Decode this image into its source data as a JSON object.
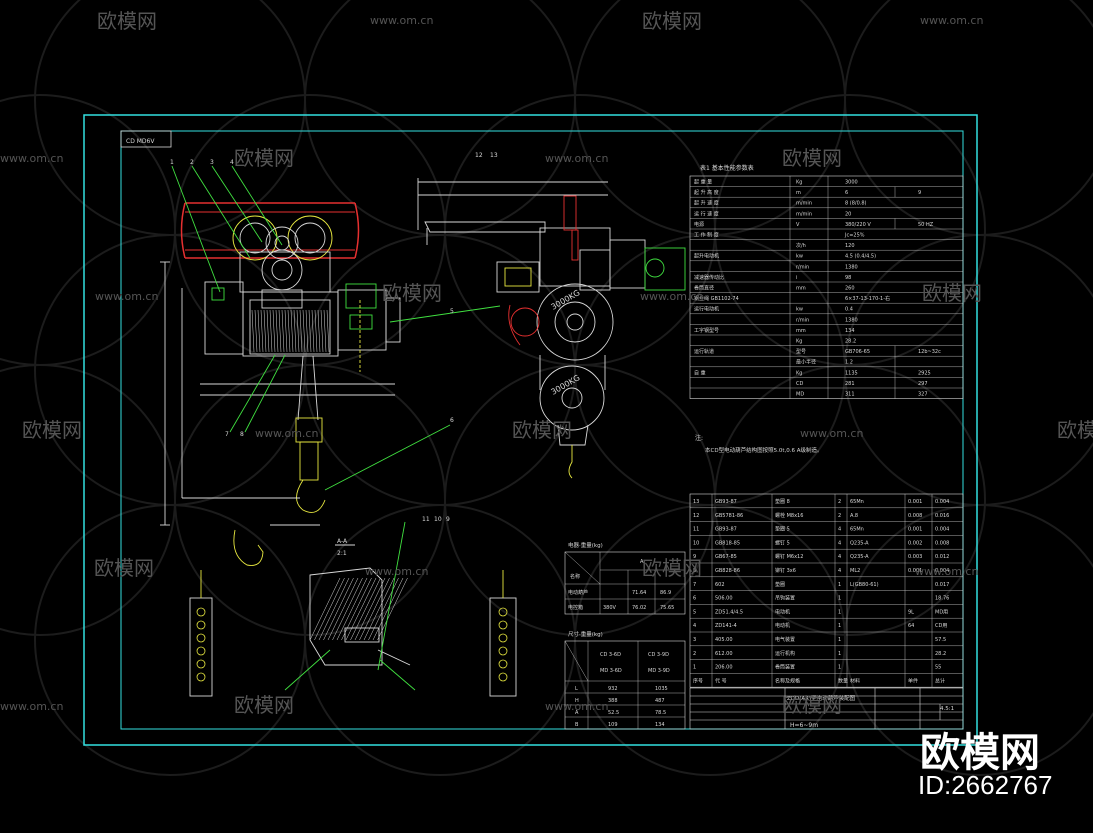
{
  "watermark": {
    "brand": "欧模网",
    "url": "www.om.cn",
    "id_label": "ID:2662767"
  },
  "drawing": {
    "title_block_label": "CD MD6V",
    "load_label": "3000KG",
    "section_label": "A-A",
    "section_scale": "2:1",
    "note_marker": "注:",
    "note_text": "本CD型电动葫芦结构图按照5.0t,0.6 A级制造。",
    "part_numbers": [
      "1",
      "2",
      "3",
      "4",
      "5",
      "6",
      "7",
      "8",
      "9",
      "10",
      "11",
      "12",
      "13"
    ],
    "drawing_no": "ZDD(AR)型电动葫芦装配图",
    "scale_note": "H=6~9m",
    "sheet": "4.5:1"
  },
  "spec_table": {
    "title": "表1 基本性能参数表",
    "rows": [
      [
        "起 重 量",
        "Kg",
        "3000",
        ""
      ],
      [
        "起 升 高 度",
        "m",
        "6",
        "9"
      ],
      [
        "起 升 速 度",
        "m/min",
        "8 (8/0.8)",
        ""
      ],
      [
        "运 行 速 度",
        "m/min",
        "20",
        ""
      ],
      [
        "电源",
        "V",
        "380/220 V",
        "50 HZ"
      ],
      [
        "工 作 制 度",
        "",
        "Jc=25%",
        ""
      ],
      [
        "",
        "次/h",
        "120",
        ""
      ],
      [
        "起升电动机",
        "kw",
        "4.5 (0.4/4.5)",
        ""
      ],
      [
        "",
        "r/min",
        "1380",
        ""
      ],
      [
        "减速器传动比",
        "i",
        "98",
        ""
      ],
      [
        "卷筒直径",
        "mm",
        "260",
        ""
      ],
      [
        "钢丝绳 GB1102-74",
        "",
        "6×37-13-170-1-右",
        ""
      ],
      [
        "运行电动机",
        "kw",
        "0.4",
        ""
      ],
      [
        "",
        "r/min",
        "1380",
        ""
      ],
      [
        "工字钢型号",
        "mm",
        "134",
        ""
      ],
      [
        "",
        "Kg",
        "28.2",
        ""
      ],
      [
        "运行轨道",
        "型号",
        "GB706-65",
        "12b~32c"
      ],
      [
        "",
        "最小半径",
        "1.2",
        ""
      ],
      [
        "自 重",
        "Kg",
        "1135",
        "2925"
      ],
      [
        "",
        "CD",
        "281",
        "297"
      ],
      [
        "",
        "MD",
        "311",
        "327"
      ]
    ]
  },
  "parts_table": {
    "rows": [
      [
        "13",
        "GB93-87",
        "垫圈 8",
        "2",
        "65Mn",
        "0.001",
        "0.004"
      ],
      [
        "12",
        "GB5781-86",
        "螺栓 M8x16",
        "2",
        "A.8",
        "0.008",
        "0.016"
      ],
      [
        "11",
        "GB93-87",
        "垫圈 5",
        "4",
        "65Mn",
        "0.001",
        "0.004"
      ],
      [
        "10",
        "GB818-85",
        "螺钉 5",
        "4",
        "Q235-A",
        "0.002",
        "0.008"
      ],
      [
        "9",
        "GB67-85",
        "螺钉 M6x12",
        "4",
        "Q235-A",
        "0.003",
        "0.012"
      ],
      [
        "8",
        "GB828-86",
        "铆钉 3x6",
        "4",
        "ML2",
        "0.001",
        "0.004"
      ],
      [
        "7",
        "602",
        "垫圈",
        "1",
        "L(GB80-61)",
        "",
        "0.017"
      ],
      [
        "6",
        "506.00",
        "吊钩装置",
        "1",
        "",
        "",
        "18.76"
      ],
      [
        "5",
        "ZD51.4/4.5",
        "电动机",
        "1",
        "",
        "9L",
        "MD用"
      ],
      [
        "4",
        "ZD141-4",
        "电动机",
        "1",
        "",
        "64",
        "CD用"
      ],
      [
        "3",
        "405.00",
        "电气装置",
        "1",
        "",
        "",
        "57.5"
      ],
      [
        "2",
        "612.00",
        "运行机构",
        "1",
        "",
        "",
        "28.2"
      ],
      [
        "1",
        "206.00",
        "卷筒装置",
        "1",
        "",
        "",
        "55"
      ],
      [
        "序号",
        "代 号",
        "名称及规格",
        "数量",
        "材料",
        "单件",
        "总计"
      ]
    ]
  },
  "weight_table": {
    "title": "电器·重量(kg)",
    "head": [
      "名称",
      "A"
    ],
    "rows": [
      [
        "电动葫芦",
        "71.64",
        "86.9"
      ],
      [
        "电控箱",
        "76.02",
        "75.65"
      ]
    ],
    "voltage": "380V"
  },
  "dim_table": {
    "title": "尺寸·重量(kg)",
    "head": [
      "CD 3-6D",
      "CD 3-9D"
    ],
    "head2": [
      "MD 3-6D",
      "MD 3-9D"
    ],
    "rows": [
      [
        "L",
        "932",
        "1035"
      ],
      [
        "H",
        "388",
        "487"
      ],
      [
        "A",
        "52.5",
        "78.5"
      ],
      [
        "B",
        "109",
        "134"
      ]
    ]
  },
  "colors": {
    "frame": "#33e0e0",
    "line": "#d8d8d8",
    "red": "#e63030",
    "yellow": "#e8e840",
    "green": "#40e040"
  }
}
